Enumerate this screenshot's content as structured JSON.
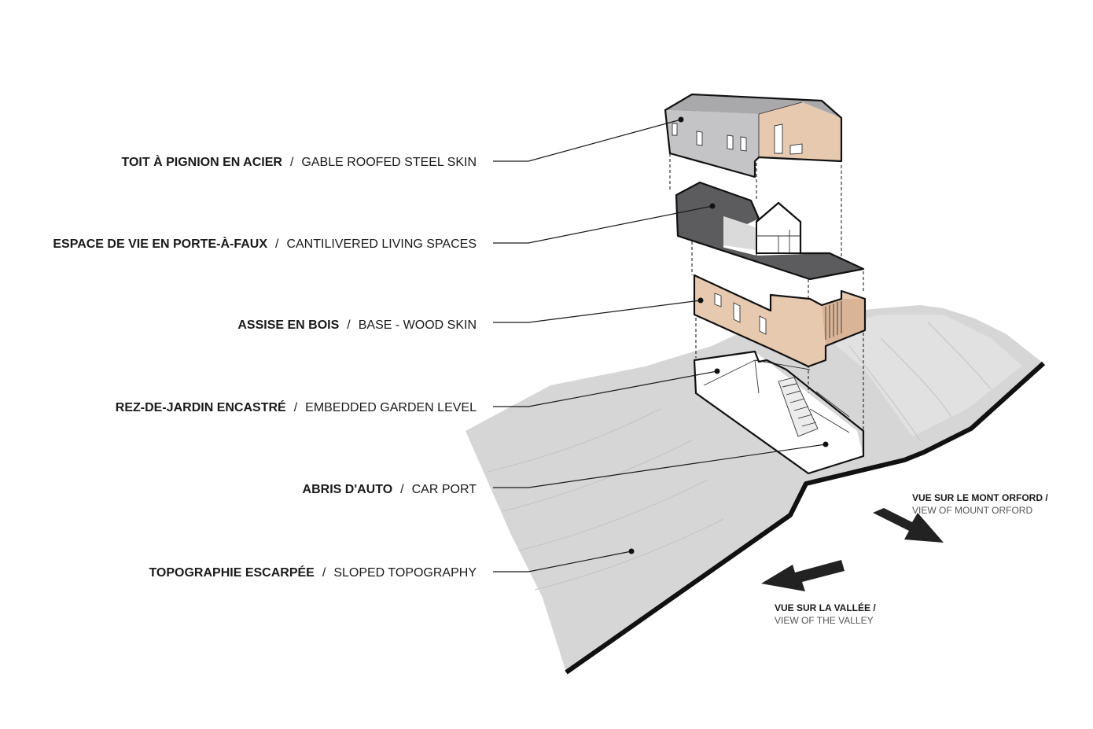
{
  "colors": {
    "steel": "#c4c4c6",
    "steel_dark": "#a9a9ab",
    "wood": "#e7c9b0",
    "wood_dark": "#d9b497",
    "living_dark": "#5c5c5e",
    "terrain": "#d6d6d6",
    "terrain_light": "#e3e3e3",
    "ink": "#111111"
  },
  "labels": [
    {
      "fr": "TOIT À PIGNION EN ACIER",
      "sep": "/",
      "en": "GABLE ROOFED STEEL SKIN"
    },
    {
      "fr": "ESPACE DE VIE EN PORTE-À-FAUX",
      "sep": "/",
      "en": "CANTILIVERED LIVING SPACES"
    },
    {
      "fr": "ASSISE EN BOIS",
      "sep": "/",
      "en": "BASE - WOOD SKIN"
    },
    {
      "fr": "REZ-DE-JARDIN ENCASTRÉ",
      "sep": "/",
      "en": "EMBEDDED GARDEN LEVEL"
    },
    {
      "fr": "ABRIS D'AUTO",
      "sep": "/",
      "en": "CAR PORT"
    },
    {
      "fr": "TOPOGRAPHIE ESCARPÉE",
      "sep": "/",
      "en": "SLOPED TOPOGRAPHY"
    }
  ],
  "views": {
    "mount": {
      "fr": "VUE SUR LE MONT ORFORD /",
      "en": "VIEW OF MOUNT ORFORD"
    },
    "valley": {
      "fr": "VUE SUR LA VALLÉE /",
      "en": "VIEW OF THE VALLEY"
    }
  },
  "icons": {
    "arrow_mount": "arrow-down-right-icon",
    "arrow_valley": "arrow-down-left-icon"
  }
}
